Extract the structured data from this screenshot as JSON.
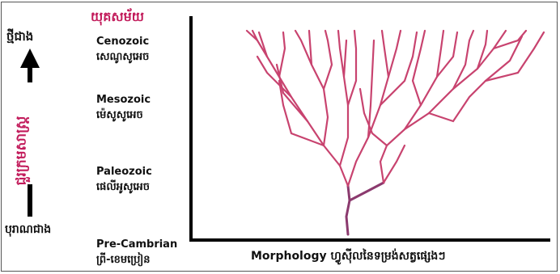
{
  "header": {
    "era_column_title": "យុគសម័យ"
  },
  "time_axis": {
    "top_label": "ថ្មីជាង",
    "bottom_label": "បុរាណជាង",
    "vertical_label": "ជួរក្រមសាស្ត្រ"
  },
  "eras": [
    {
      "name": "Cenozoic",
      "khmer": "សេណូសូអេច"
    },
    {
      "name": "Mesozoic",
      "khmer": "ម៉េសូសូអេច"
    },
    {
      "name": "Paleozoic",
      "khmer": "ផេលីអូសូអេច"
    },
    {
      "name": "Pre-Cambrian",
      "khmer": "ព្រី-ខេមប្រៀន"
    }
  ],
  "x_axis_label": "Morphology ហ្វូស៊ីលនៃទម្រង់សត្វផ្សេងៗ",
  "colors": {
    "accent": "#c21b5b",
    "branch": "#c8436f",
    "trunk": "#8b3a6e",
    "axis": "#000000"
  }
}
